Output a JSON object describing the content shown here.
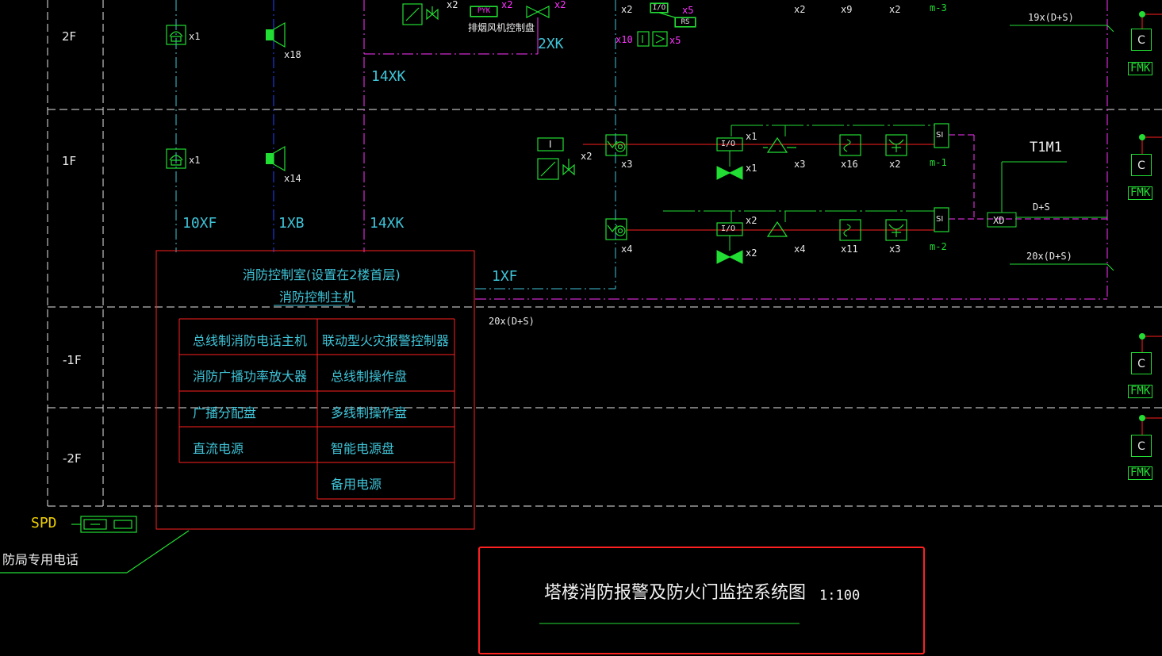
{
  "floors": [
    {
      "id": "2f",
      "label": "2F"
    },
    {
      "id": "1f",
      "label": "1F"
    },
    {
      "id": "b1",
      "label": "-1F"
    },
    {
      "id": "b2",
      "label": "-2F"
    }
  ],
  "floor_devices": {
    "phone_2f": "x1",
    "speaker_2f": "x18",
    "phone_1f": "x1",
    "speaker_1f": "x14"
  },
  "wire_labels": {
    "w10xf": "10XF",
    "w1xb": "1XB",
    "w14xk_1f": "14XK",
    "w14xk_2f": "14XK",
    "w2xk": "2XK",
    "w1xf": "1XF",
    "w20ds_bottom": "20x(D+S)",
    "w19ds": "19x(D+S)",
    "w20ds_right": "20x(D+S)",
    "wds": "D+S",
    "t1m1": "T1M1"
  },
  "top_row": {
    "pyk": "PYK",
    "x2_a": "x2",
    "x2_b": "x2",
    "x2_c": "x2",
    "fan_panel": "排烟风机控制盘",
    "x2_d": "x2",
    "io": "I/O",
    "rs": "RS",
    "x5_a": "x5",
    "x5_b": "x5",
    "x10": "x10",
    "x2_e": "x2",
    "x9": "x9",
    "x2_f": "x2",
    "m3": "m-3"
  },
  "row_m1": {
    "i_box": "I",
    "valve_x2": "x2",
    "detector_x3": "x3",
    "io": "I/O",
    "io_x1": "x1",
    "fan_x1": "x1",
    "heat_x3": "x3",
    "x16": "x16",
    "x2": "x2",
    "si": "SI",
    "m1": "m-1"
  },
  "row_m2": {
    "detector_x4": "x4",
    "io": "I/O",
    "io_x2": "x2",
    "fan_x2": "x2",
    "heat_x4": "x4",
    "x11": "x11",
    "x3": "x3",
    "si": "SI",
    "m2": "m-2",
    "xd": "XD"
  },
  "control_room": {
    "title": "消防控制室(设置在2楼首层)",
    "subtitle": "消防控制主机",
    "left_col": [
      "总线制消防电话主机",
      "消防广播功率放大器",
      "广播分配盘",
      "直流电源"
    ],
    "right_col": [
      "联动型火灾报警控制器",
      "总线制操作盘",
      "多线制操作盘",
      "智能电源盘",
      "备用电源"
    ]
  },
  "spd": {
    "label": "SPD",
    "phone": "防局专用电话"
  },
  "door_monitors": [
    {
      "c": "C",
      "fmk": "FMK"
    },
    {
      "c": "C",
      "fmk": "FMK"
    },
    {
      "c": "C",
      "fmk": "FMK"
    },
    {
      "c": "C",
      "fmk": "FMK"
    }
  ],
  "title_block": {
    "title": "塔楼消防报警及防火门监控系统图",
    "scale": "1:100"
  },
  "colors": {
    "green": "#22dd33",
    "cyan": "#3fc4d8",
    "magenta": "#ff33ff",
    "red": "#ff2020",
    "white": "#e8e8e8"
  }
}
